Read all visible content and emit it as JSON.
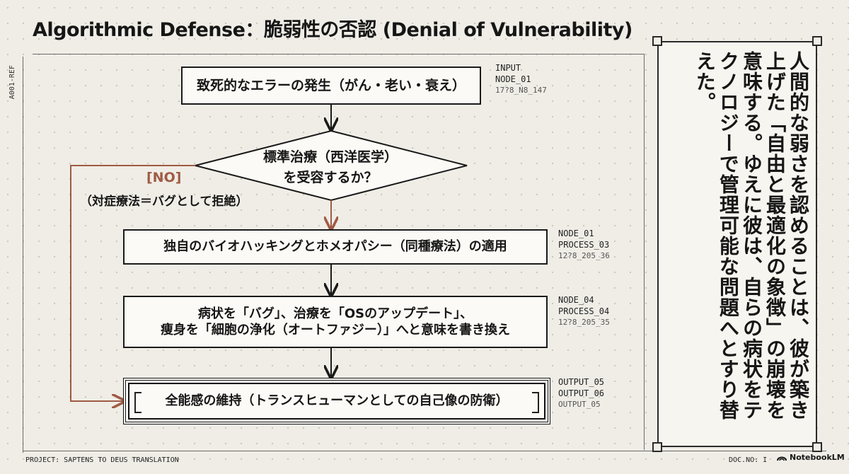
{
  "title": "Algorithmic Defense：脆弱性の否認 (Denial of Vulnerability)",
  "side_ref": "A001-REF",
  "footer": {
    "project": "PROJECT: SAPTENS TO DEUS TRANSLATION",
    "doc_no": "DOC.NO: I",
    "logo_text": "NotebookLM"
  },
  "flow": {
    "node1": {
      "text": "致死的なエラーの発生（がん・老い・衰え）",
      "tag": [
        "INPUT",
        "NODE_01",
        "17?8_N8_147"
      ]
    },
    "decision": {
      "line1": "標準治療（西洋医学）",
      "line2": "を受容するか？"
    },
    "no_branch": {
      "label": "[NO]",
      "note": "（対症療法＝バグとして拒絶）"
    },
    "node3": {
      "text": "独自のバイオハッキングとホメオパシー（同種療法）の適用",
      "tag": [
        "NODE_01",
        "PROCESS_03",
        "12?8_205_36"
      ]
    },
    "node4": {
      "line1": "病状を「バグ」、治療を「OSのアップデート」、",
      "line2": "痩身を「細胞の浄化（オートファジー）」へと意味を書き換え",
      "tag": [
        "NODE_04",
        "PROCESS_04",
        "12?8_205_35"
      ]
    },
    "node5": {
      "text": "全能感の維持（トランスヒューマンとしての自己像の防衛）",
      "tag": [
        "OUTPUT_05",
        "OUTPUT_06",
        "OUTPUT_05"
      ]
    }
  },
  "side_panel": {
    "text": "人間的な弱さを認めることは、彼が築き上げた「自由と最適化の象徴」の崩壊を意味する。ゆえに彼は、自らの病状をテクノロジーで管理可能な問題へとすり替えた。"
  },
  "colors": {
    "no_branch": "#a05a44",
    "line": "#1a1a1a"
  }
}
